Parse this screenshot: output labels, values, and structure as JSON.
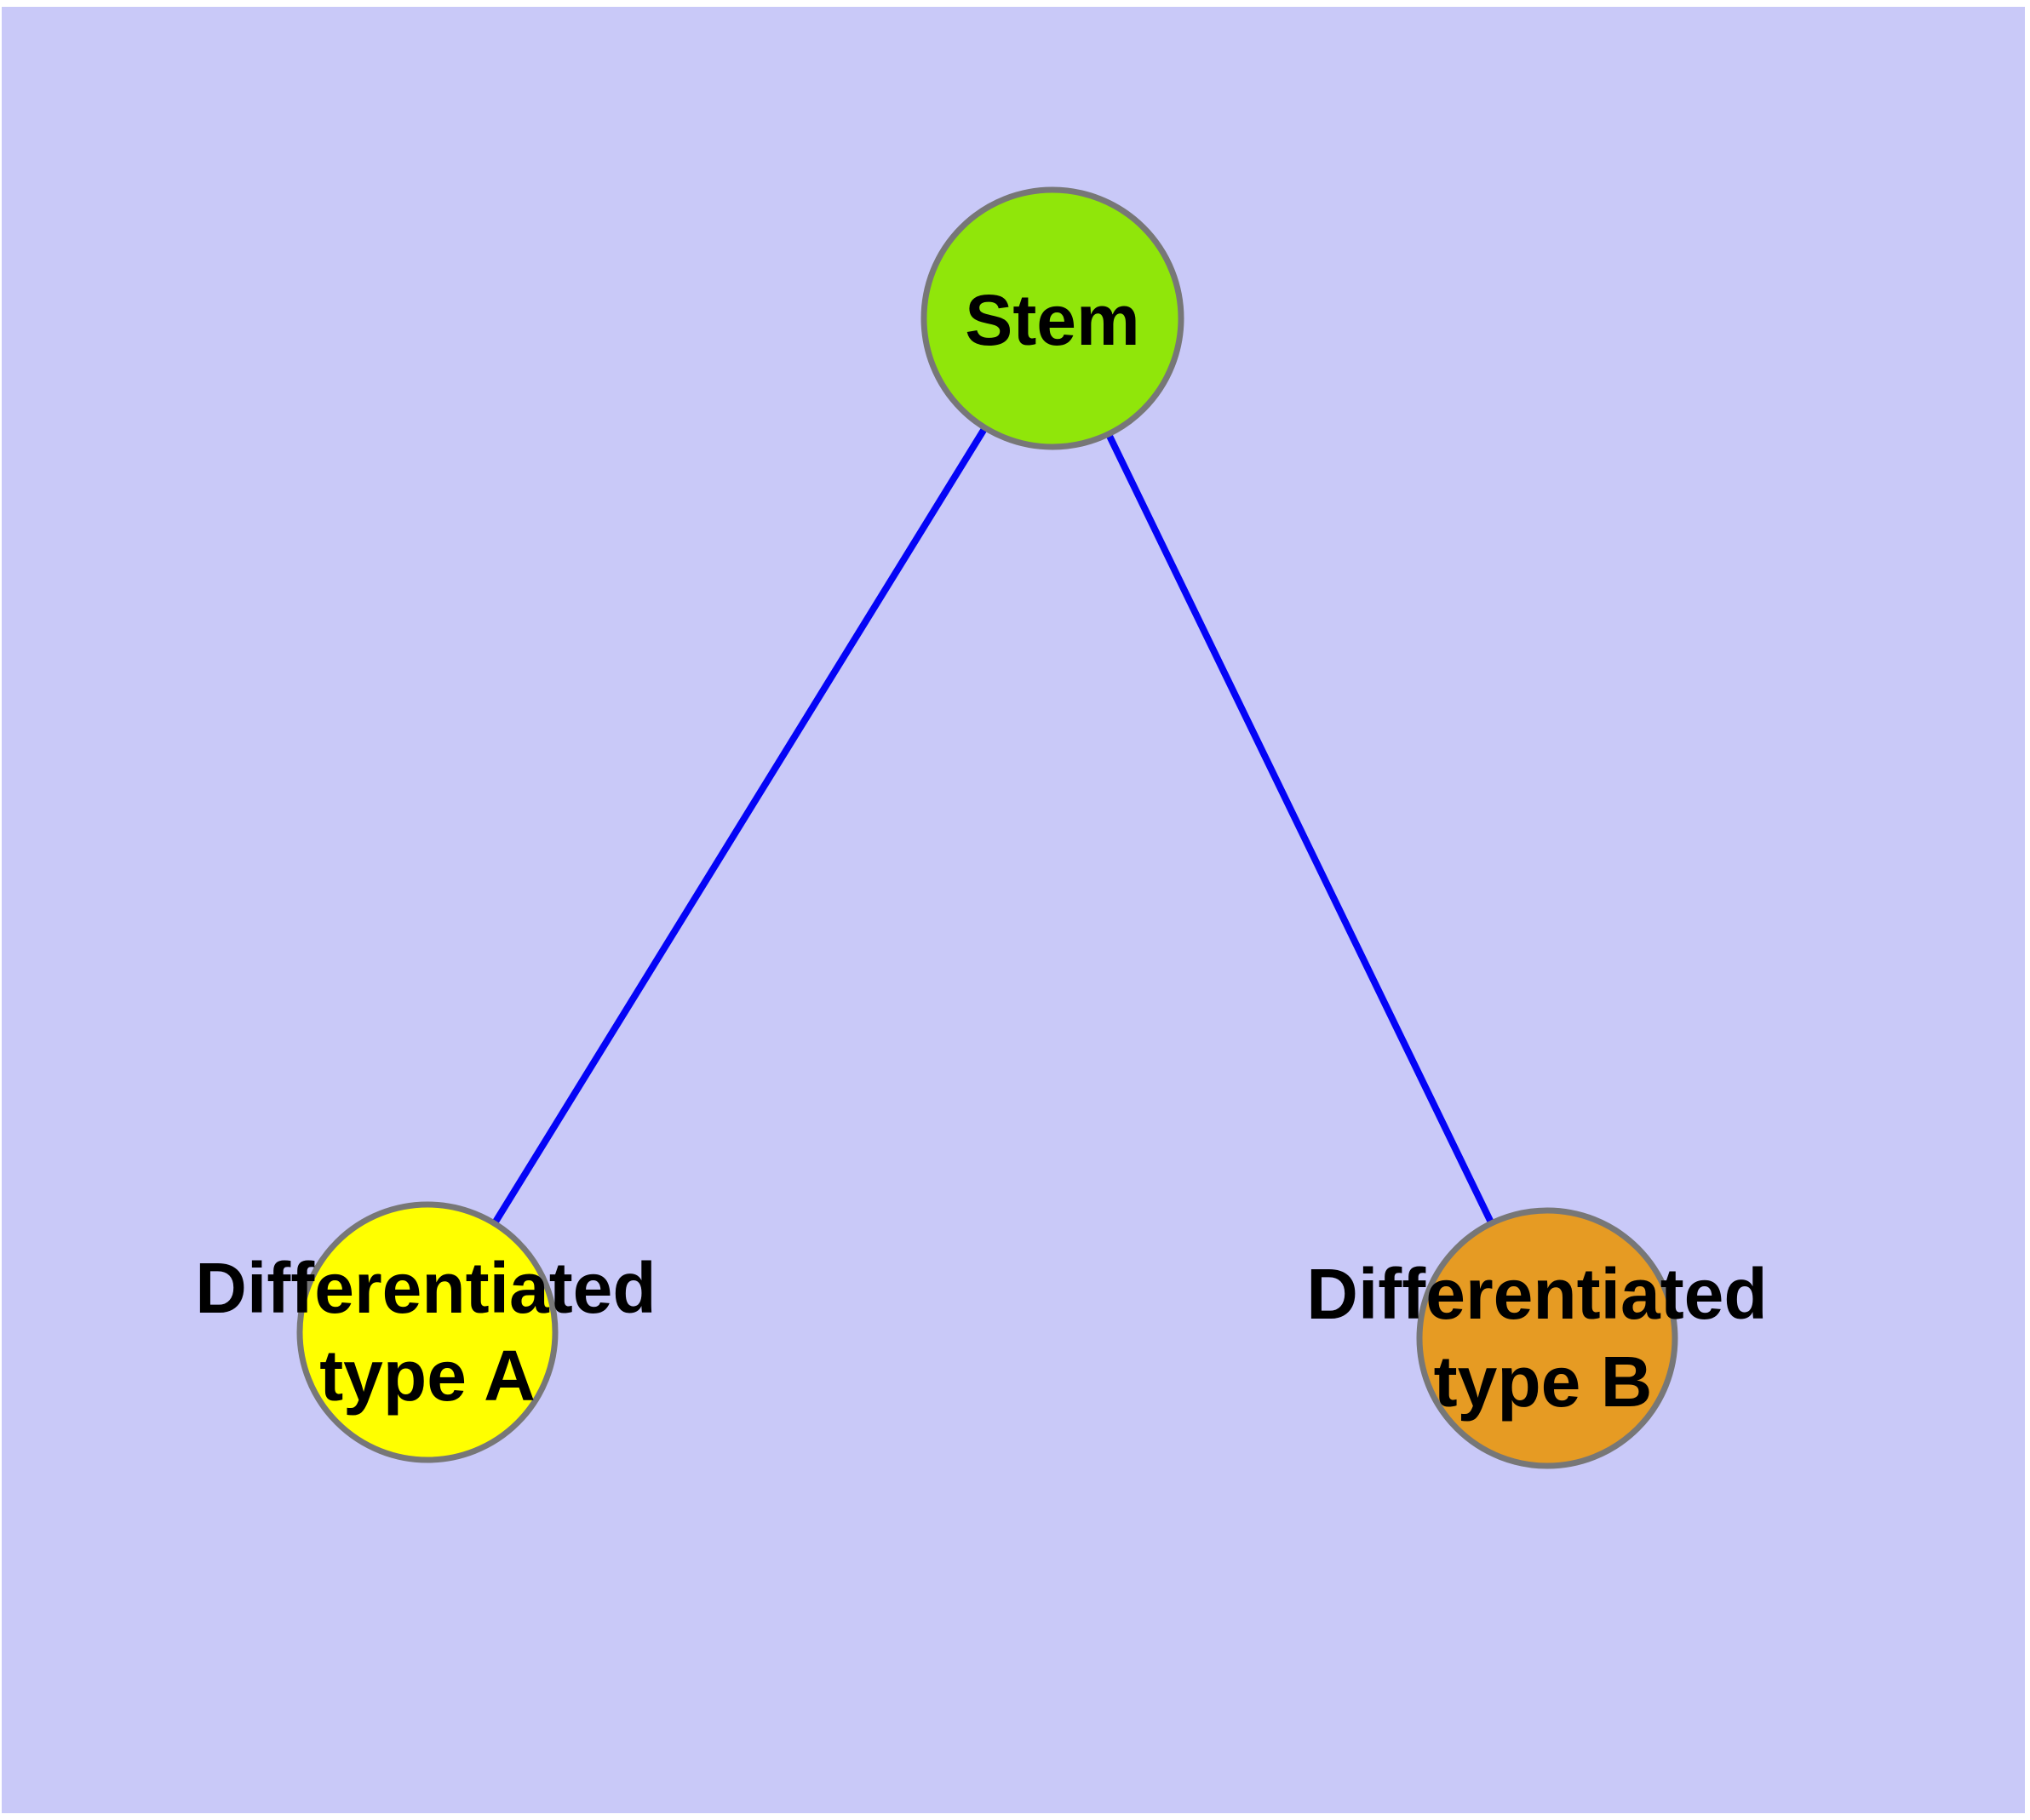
{
  "diagram": {
    "background_color": "#C9C9F8",
    "margin_color": "#FFFFFF",
    "edge_color": "#0404F6",
    "node_border_color": "#777777",
    "text_color": "#000000",
    "nodes": [
      {
        "id": "stem",
        "label": "Stem",
        "fill": "#90E60A"
      },
      {
        "id": "differentiated-type-a",
        "label_line1": "Differentiated",
        "label_line2": "type A",
        "fill": "#FFFF00"
      },
      {
        "id": "differentiated-type-b",
        "label_line1": "Differentiated",
        "label_line2": "type B",
        "fill": "#E69B23"
      }
    ],
    "edges": [
      {
        "from": "Stem",
        "to": "Differentiated type A"
      },
      {
        "from": "Stem",
        "to": "Differentiated type B"
      }
    ]
  }
}
